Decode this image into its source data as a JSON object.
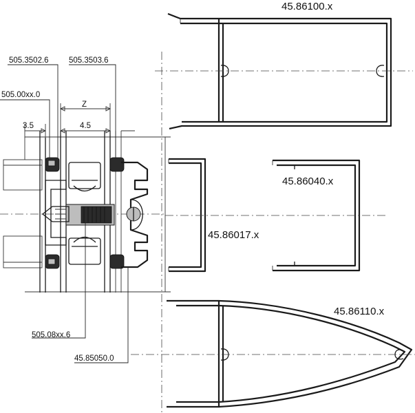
{
  "profiles": {
    "top_box": "45.86100.x",
    "channel_right": "45.86040.x",
    "channel_left": "45.86017.x",
    "nose_profile": "45.86110.x"
  },
  "section_labels": {
    "gasket_top_left": "505.3502.6",
    "gasket_top_right": "505.3503.6",
    "base_profile": "505.00xx.0",
    "screw": "505.08xx.6",
    "clamp_profile": "45.85050.0"
  },
  "dimensions": {
    "z": "Z",
    "left": "3.5",
    "right": "4.5"
  }
}
